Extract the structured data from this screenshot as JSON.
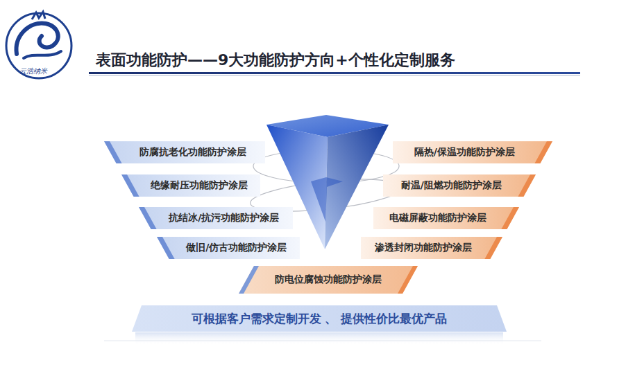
{
  "diagram": {
    "title": "表面功能防护——9大功能防护方向+个性化定制服务",
    "nodes": [
      {
        "text": [
          "防腐抗老化功能防护涂层"
        ]
      },
      {
        "text": [
          "隔热/保温功能防护涂层"
        ]
      },
      {
        "text": [
          "绝缘耐压功能防护涂层"
        ]
      },
      {
        "text": [
          "耐温/阻燃功能防护涂层"
        ]
      },
      {
        "text": [
          "抗结冰/抗污功能防护涂层"
        ]
      },
      {
        "text": [
          "电磁屏蔽功能防护涂层"
        ]
      },
      {
        "text": [
          "做旧/仿古功能防护涂层"
        ]
      },
      {
        "text": [
          "渗透封闭功能防护涂层"
        ]
      },
      {
        "text": [
          "防电位腐蚀功能防护涂层"
        ]
      },
      {
        "text": [
          "可根据客户需求定制开发 、 提供性价比最优产品"
        ]
      }
    ],
    "labels": [
      "云浩纳米"
    ]
  }
}
